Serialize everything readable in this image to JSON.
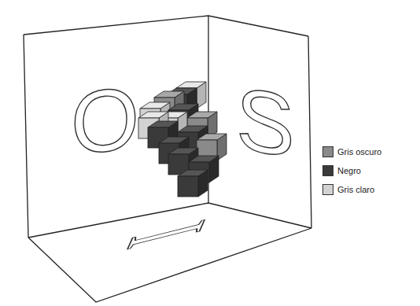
{
  "diagram": {
    "labels": [
      "O",
      "S",
      "I"
    ],
    "legend": [
      {
        "text": "Gris oscuro",
        "color": "#8a8a8a"
      },
      {
        "text": "Negro",
        "color": "#3a3a3a"
      },
      {
        "text": "Gris claro",
        "color": "#d2d2d2"
      }
    ]
  }
}
